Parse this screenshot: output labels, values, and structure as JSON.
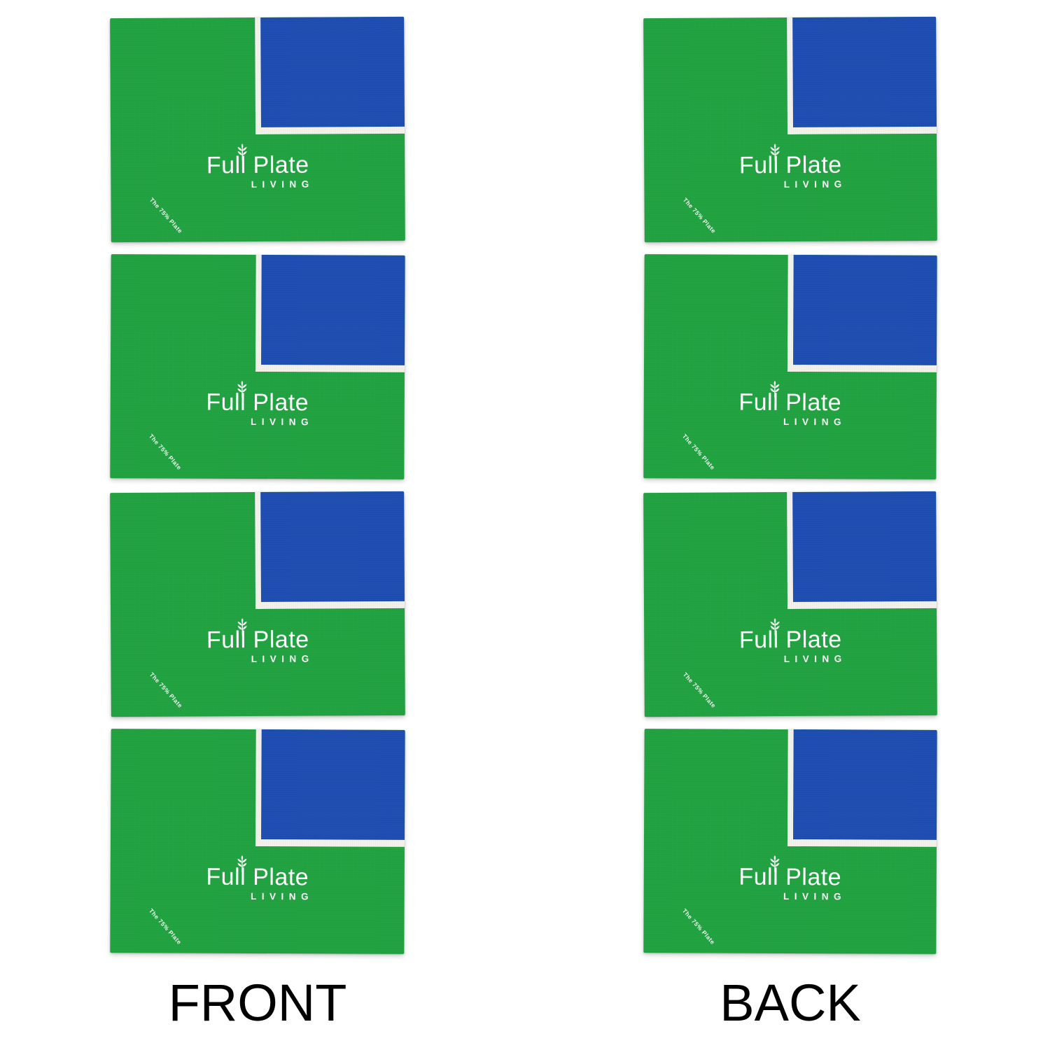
{
  "colors": {
    "green": "#21a241",
    "blue": "#1d4db1",
    "panel_border": "#f2f1ea",
    "logo_text": "#ffffff",
    "label_text": "#000000",
    "page_background": "#ffffff"
  },
  "card": {
    "logo_main": "Full Plate",
    "logo_sub": "LIVING",
    "diagonal_note": "The 75% Plate",
    "wheat_icon": "wheat-sprig-icon"
  },
  "columns": [
    {
      "id": "front",
      "label": "FRONT",
      "card_count": 4
    },
    {
      "id": "back",
      "label": "BACK",
      "card_count": 4
    }
  ]
}
